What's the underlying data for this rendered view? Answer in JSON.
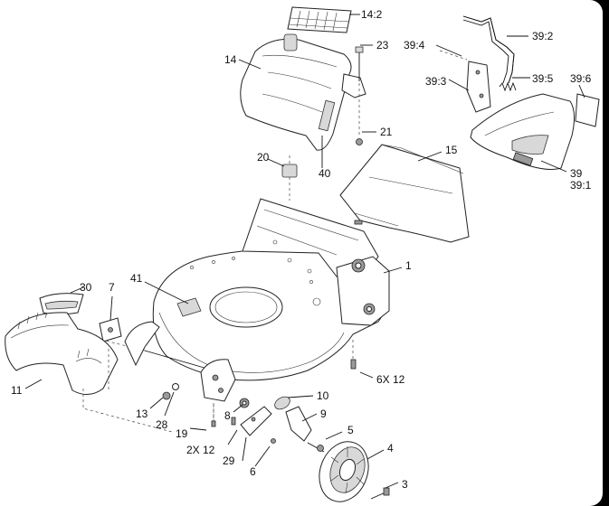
{
  "diagram": {
    "callouts": {
      "c14_2": "14:2",
      "c14": "14",
      "c23": "23",
      "c39_4": "39:4",
      "c39_2": "39:2",
      "c39_3": "39:3",
      "c39_5": "39:5",
      "c39_6": "39:6",
      "c21": "21",
      "c15": "15",
      "c20": "20",
      "c40": "40",
      "c39": "39",
      "c39_1": "39:1",
      "c1": "1",
      "c41": "41",
      "c30": "30",
      "c7": "7",
      "c6x12": "6X 12",
      "c11": "11",
      "c10": "10",
      "c9": "9",
      "c8": "8",
      "c13": "13",
      "c28": "28",
      "c19": "19",
      "c5": "5",
      "c4": "4",
      "c2x12": "2X 12",
      "c29": "29",
      "c6": "6",
      "c3": "3"
    }
  }
}
